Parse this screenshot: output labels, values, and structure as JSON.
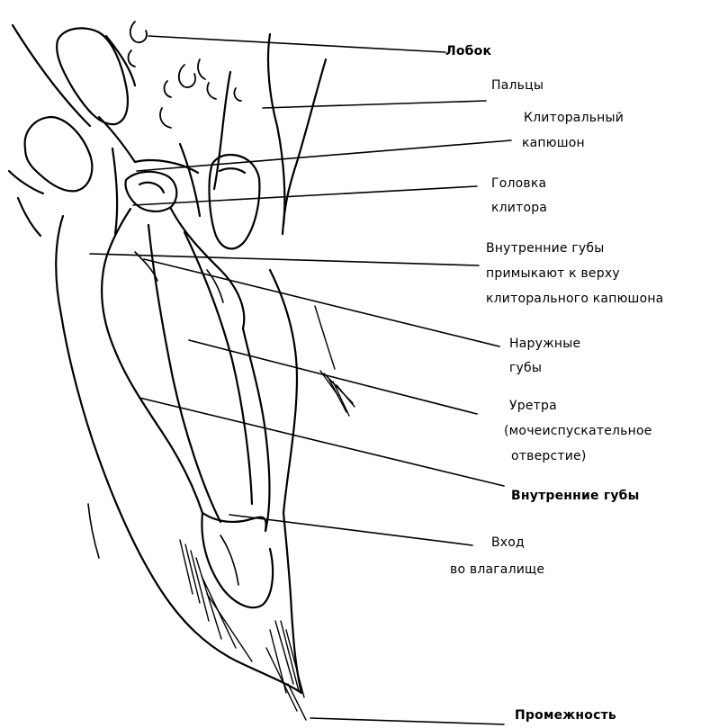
{
  "labels": {
    "pubis": "Лобок",
    "fingers": "Пальцы",
    "hood_1": "Клиторальный",
    "hood_2": "капюшон",
    "glans_1": "Головка",
    "glans_2": "клитора",
    "inner_top_1": "Внутренние губы",
    "inner_top_2": "примыкают к верху",
    "inner_top_3": "клиторального капюшона",
    "outer_1": "Наружные",
    "outer_2": "губы",
    "urethra_1": "Уретра",
    "urethra_2": "(мочеиспускательное",
    "urethra_3": "отверстие)",
    "inner_lips": "Внутренние губы",
    "vag_1": "Вход",
    "vag_2": "во влагалище",
    "perineum": "Промежность"
  }
}
